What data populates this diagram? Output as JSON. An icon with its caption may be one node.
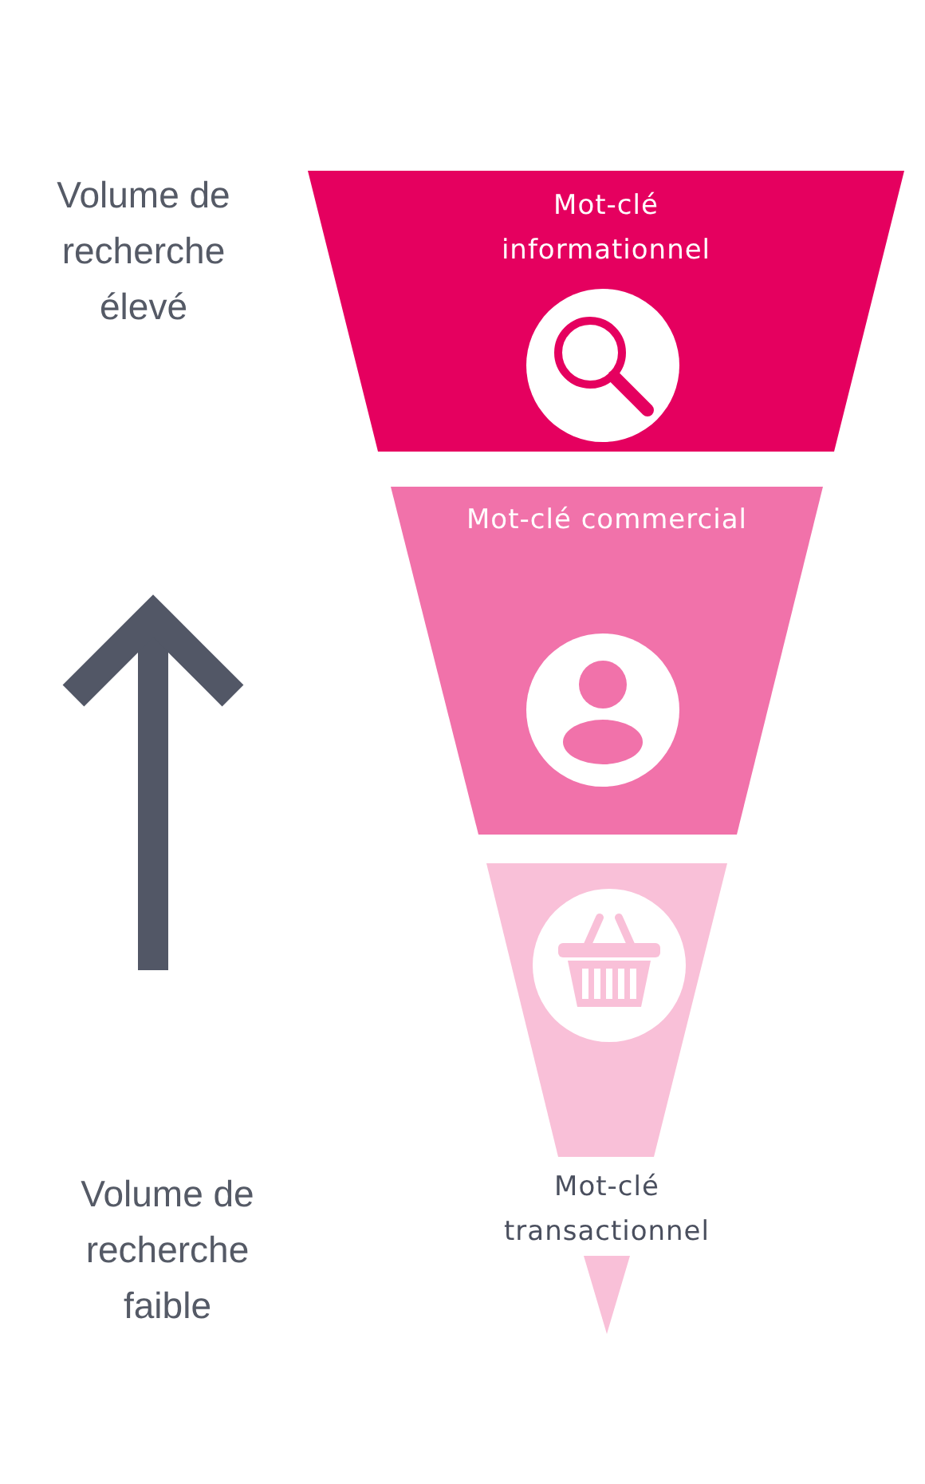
{
  "diagram": {
    "nodes": [
      {
        "text": [
          "Mot-clé informationnel"
        ]
      },
      {
        "text": [
          "Mot-clé commercial"
        ]
      },
      {
        "text": [
          "Mot-clé transactionnel"
        ]
      },
      {
        "text": [],
        "shape": "triangle"
      }
    ],
    "labels": [
      "Volume de recherche élevé",
      "Volume de recherche faible"
    ]
  }
}
